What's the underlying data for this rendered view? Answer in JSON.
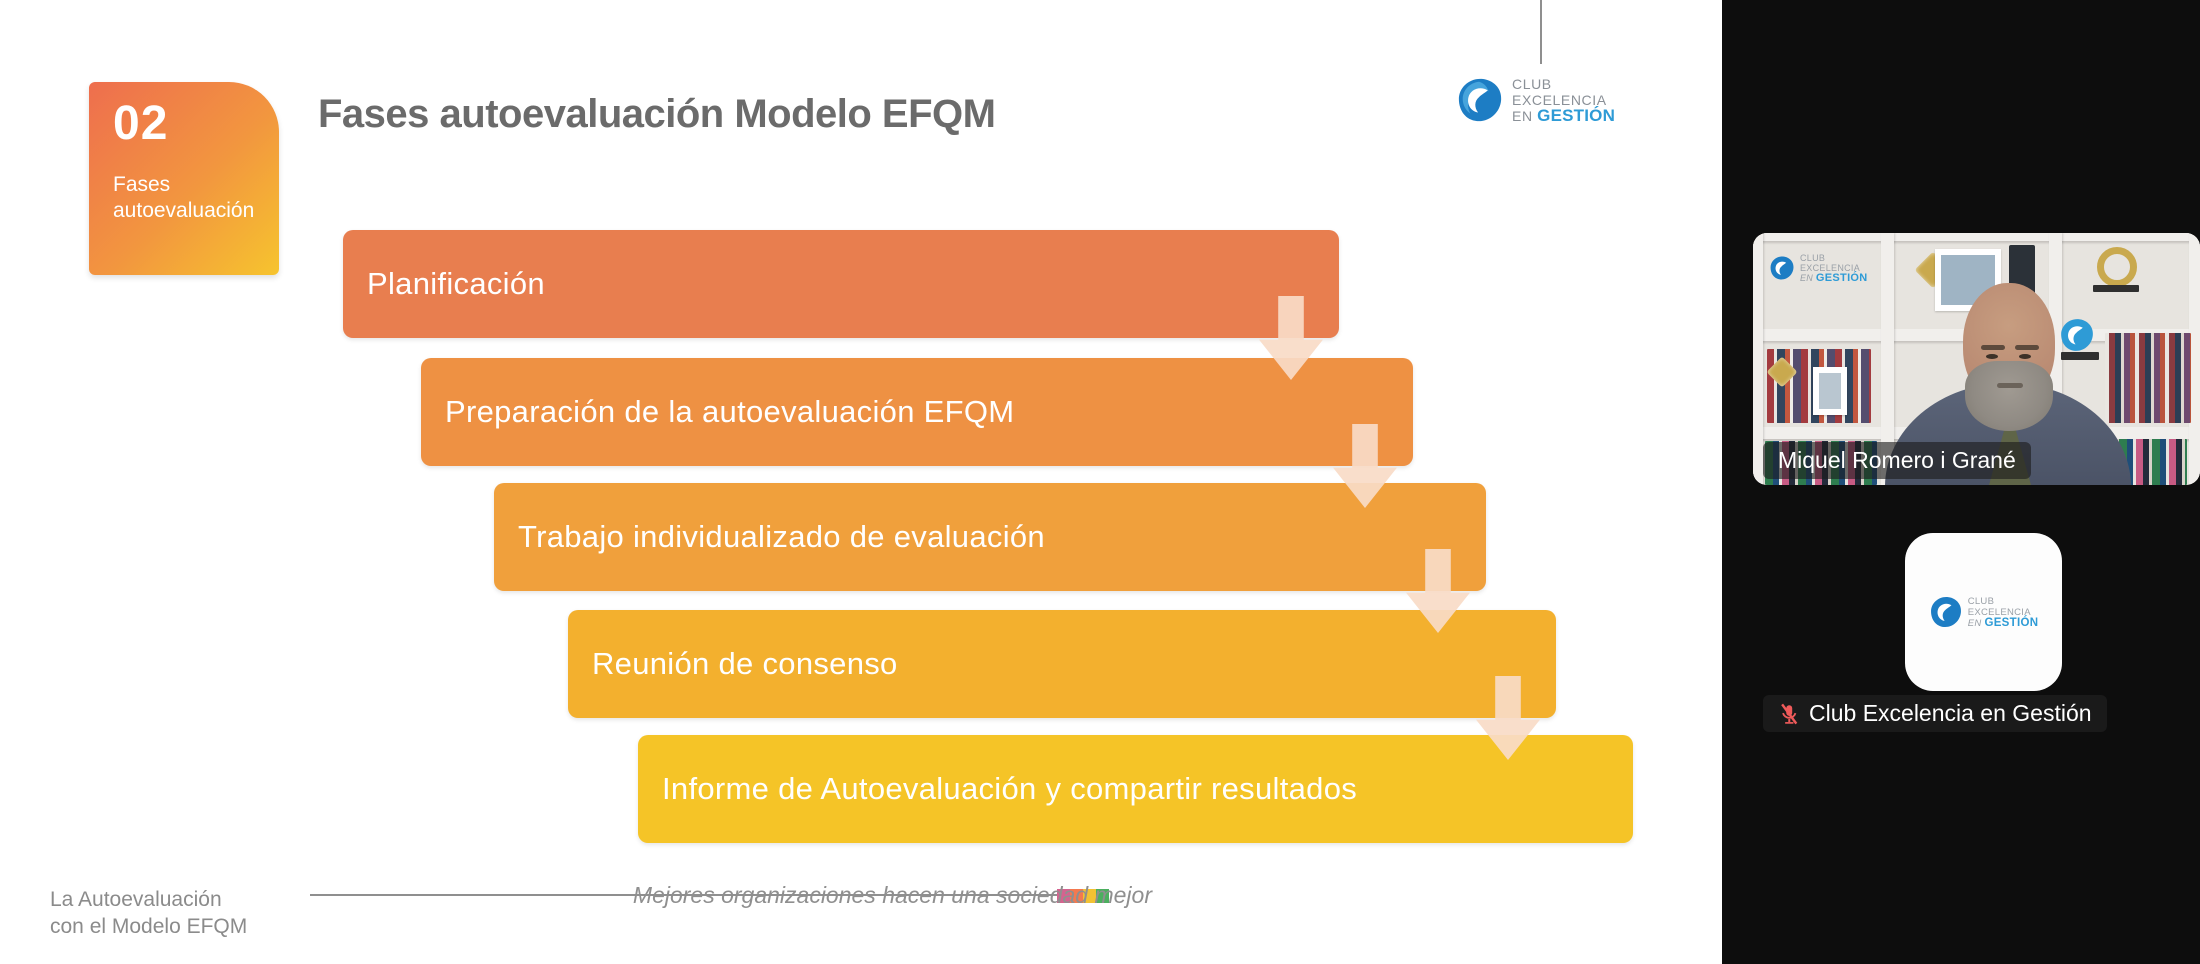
{
  "slide": {
    "badge": {
      "number": "02",
      "label": "Fases autoevaluación"
    },
    "title": "Fases autoevaluación Modelo EFQM",
    "logo": {
      "line1": "CLUB",
      "line2": "EXCELENCIA",
      "line3_prefix": "EN",
      "line3_bold": "GESTIÓN",
      "brand_blue": "#1d7dc4"
    },
    "phases": [
      {
        "label": "Planificación",
        "color": "#e87e4f"
      },
      {
        "label": "Preparación de la autoevaluación EFQM",
        "color": "#ee9143"
      },
      {
        "label": "Trabajo individualizado de evaluación",
        "color": "#f0a03c"
      },
      {
        "label": "Reunión de consenso",
        "color": "#f3b02e"
      },
      {
        "label": "Informe de Autoevaluación y compartir resultados",
        "color": "#f5c427"
      }
    ],
    "arrow_color": "#f9dbc7",
    "footer": {
      "left_line1": "La Autoevaluación",
      "left_line2": "con el Modelo EFQM",
      "slogan": "Mejores organizaciones hacen una sociedad mejor",
      "divider_colors": [
        "#d4638f",
        "#f4794f",
        "#f2c233",
        "#4caf5f"
      ]
    }
  },
  "panel": {
    "background": "#0d0d0d",
    "muted_mic_color": "#ef5a5a",
    "participants": [
      {
        "name": "Miquel Romero i Grané",
        "muted": false
      },
      {
        "name": "Club Excelencia en Gestión",
        "muted": true
      }
    ]
  }
}
